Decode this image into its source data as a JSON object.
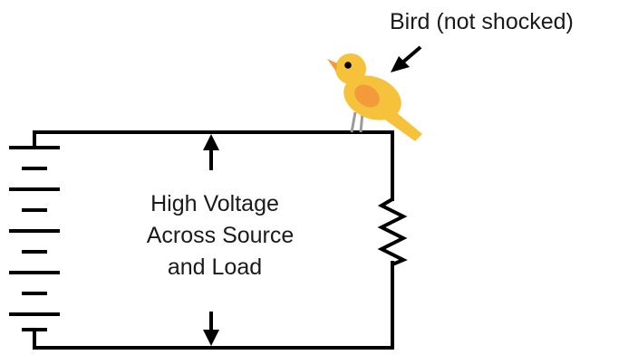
{
  "bird_label": "Bird (not shocked)",
  "voltage_label": {
    "line1": "High Voltage",
    "line2": "Across Source",
    "line3": "and Load"
  },
  "colors": {
    "wire": "#000000",
    "bird_body": "#f6c23b",
    "bird_wing": "#f29a3c",
    "bird_beak": "#f39a3a",
    "bird_legs": "#9a9a9a"
  },
  "icons": [
    "battery-icon",
    "resistor-icon",
    "bird-icon",
    "arrow-up-icon",
    "arrow-down-icon",
    "pointer-arrow-icon"
  ]
}
